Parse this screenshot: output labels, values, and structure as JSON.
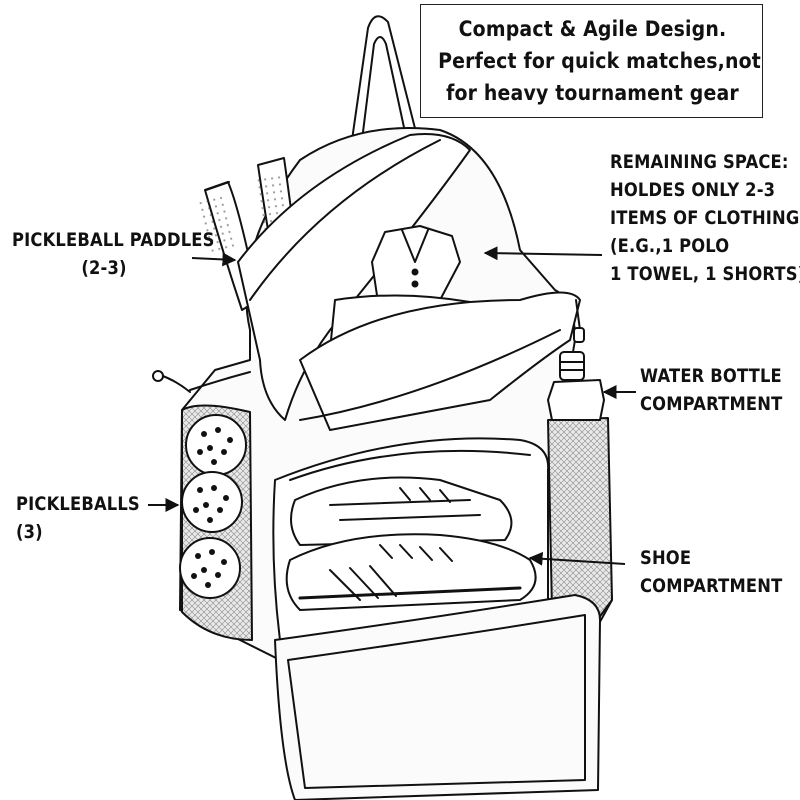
{
  "header": {
    "lines": [
      "Compact & Agile Design.",
      "Perfect for quick matches,not",
      "for heavy tournament gear"
    ]
  },
  "labels": {
    "paddles": [
      "PICKLEBALL PADDLES",
      "(2-3)"
    ],
    "remaining": [
      "REMAINING SPACE:",
      "HOLDES ONLY 2-3",
      "ITEMS OF CLOTHING",
      "(E.G.,1 POLO",
      "1 TOWEL, 1 SHORTS)"
    ],
    "water": [
      "WATER BOTTLE",
      "COMPARTMENT"
    ],
    "balls": [
      "PICKLEBALLS",
      "(3)"
    ],
    "shoe": [
      "SHOE",
      "COMPARTMENT"
    ]
  },
  "colors": {
    "ink": "#111111",
    "mesh": "#cfcfcf",
    "fill": "#f7f7f7"
  }
}
